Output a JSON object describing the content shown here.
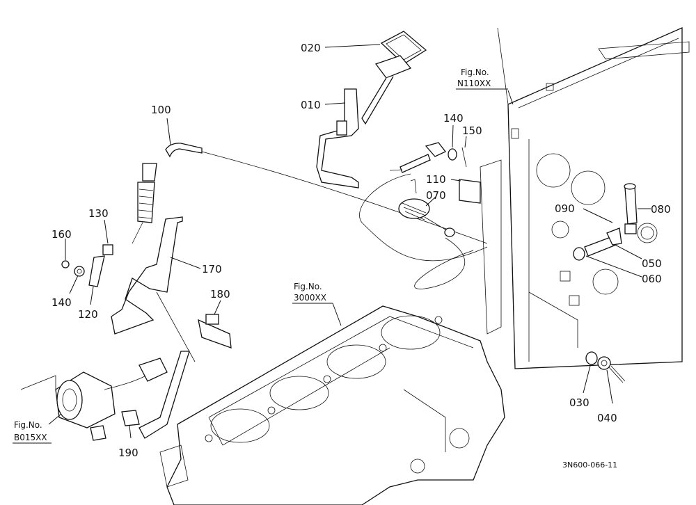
{
  "parts": {
    "p020": "020",
    "p010": "010",
    "p100": "100",
    "p140a": "140",
    "p150": "150",
    "p110": "110",
    "p070": "070",
    "p090": "090",
    "p080": "080",
    "p050": "050",
    "p060": "060",
    "p130": "130",
    "p160": "160",
    "p140b": "140",
    "p120": "120",
    "p170": "170",
    "p180": "180",
    "p030": "030",
    "p040": "040",
    "p190": "190"
  },
  "figure_refs": {
    "n110": {
      "title": "Fig.No.",
      "code": "N110XX"
    },
    "r3000": {
      "title": "Fig.No.",
      "code": "3000XX"
    },
    "b015": {
      "title": "Fig.No.",
      "code": "B015XX"
    }
  },
  "drawing_code": "3N600-066-11"
}
